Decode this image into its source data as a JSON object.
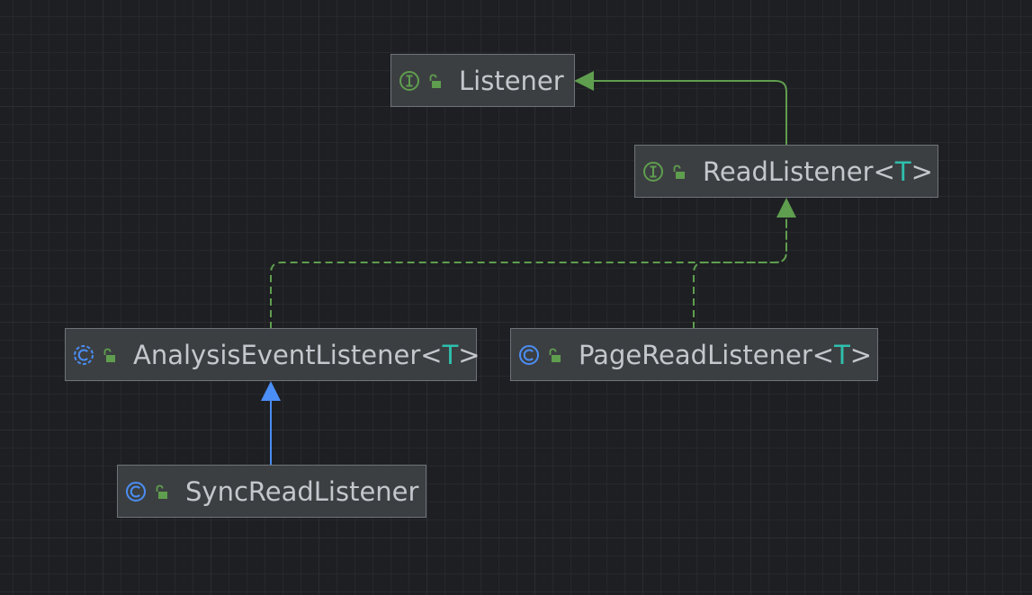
{
  "colors": {
    "background": "#1e1f22",
    "node_fill": "#3c3f41",
    "node_border": "#6f737a",
    "text": "#c4c7cc",
    "type_param": "#2fbfad",
    "interface_icon": "#5f9e4f",
    "class_icon": "#4b8ef5",
    "lock_icon": "#5f9e4f",
    "implements_edge": "#5f9e4f",
    "extends_edge": "#4b8ef5"
  },
  "nodes": [
    {
      "id": "listener",
      "kind": "interface",
      "icon": "interface-icon",
      "name": "Listener",
      "type_param": ""
    },
    {
      "id": "read_listener",
      "kind": "interface",
      "icon": "interface-icon",
      "name": "ReadListener",
      "type_param": "T"
    },
    {
      "id": "analysis_event_listener",
      "kind": "abstract-class",
      "icon": "abstract-class-icon",
      "name": "AnalysisEventListener",
      "type_param": "T"
    },
    {
      "id": "page_read_listener",
      "kind": "class",
      "icon": "class-icon",
      "name": "PageReadListener",
      "type_param": "T"
    },
    {
      "id": "sync_read_listener",
      "kind": "class",
      "icon": "class-icon",
      "name": "SyncReadListener",
      "type_param": ""
    }
  ],
  "edges": [
    {
      "from": "read_listener",
      "to": "listener",
      "relation": "extends",
      "style": "solid",
      "color": "#5f9e4f"
    },
    {
      "from": "analysis_event_listener",
      "to": "read_listener",
      "relation": "implements",
      "style": "dashed",
      "color": "#5f9e4f"
    },
    {
      "from": "page_read_listener",
      "to": "read_listener",
      "relation": "implements",
      "style": "dashed",
      "color": "#5f9e4f"
    },
    {
      "from": "sync_read_listener",
      "to": "analysis_event_listener",
      "relation": "extends",
      "style": "solid",
      "color": "#4b8ef5"
    }
  ]
}
